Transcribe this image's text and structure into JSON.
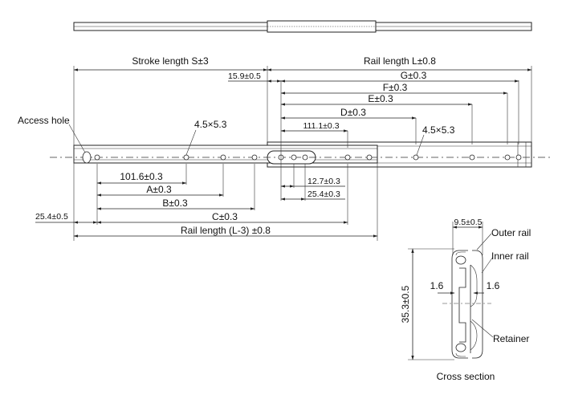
{
  "labels": {
    "stroke_length": "Stroke length S±3",
    "rail_length_top": "Rail length L±0.8",
    "d_15_9": "15.9±0.5",
    "g": "G±0.3",
    "f": "F±0.3",
    "e": "E±0.3",
    "d": "D±0.3",
    "d_111_1": "111.1±0.3",
    "hole_left": "4.5×5.3",
    "hole_right": "4.5×5.3",
    "access_hole": "Access hole",
    "d_101_6": "101.6±0.3",
    "a": "A±0.3",
    "b": "B±0.3",
    "c": "C±0.3",
    "d_25_4_left": "25.4±0.5",
    "rail_length_bottom": "Rail length (L-3) ±0.8",
    "d_12_7": "12.7±0.3",
    "d_25_4_mid": "25.4±0.3"
  },
  "cross_section": {
    "title": "Cross section",
    "width": "9.5±0.5",
    "height": "35.3±0.5",
    "gap_left": "1.6",
    "gap_right": "1.6",
    "outer_rail": "Outer rail",
    "inner_rail": "Inner rail",
    "retainer": "Retainer"
  }
}
